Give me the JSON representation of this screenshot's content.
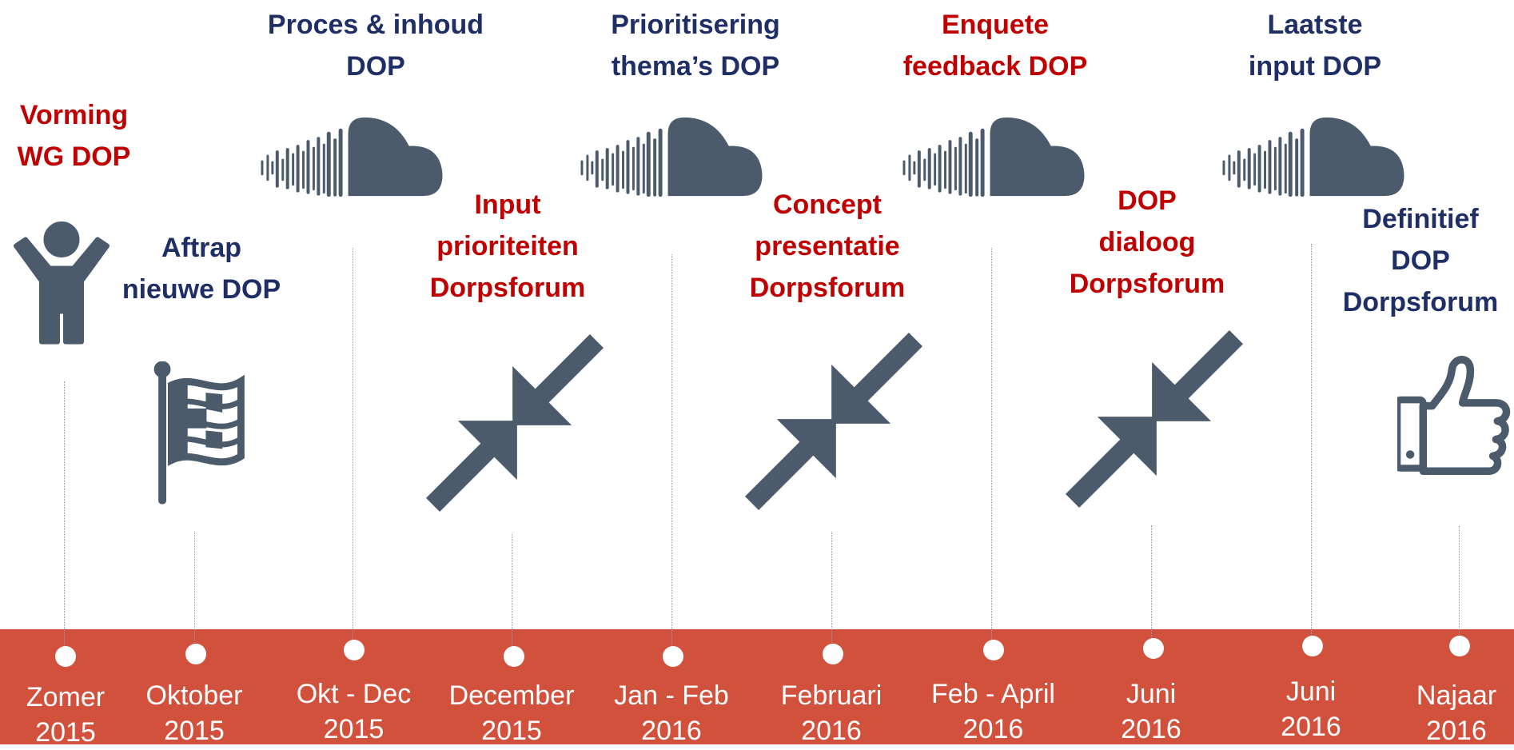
{
  "colors": {
    "icon": "#4b5b6c",
    "band": "#d2513d",
    "red_text": "#c00000",
    "navy_text": "#1f2f66",
    "guide": "#8c9cc0"
  },
  "milestones": [
    {
      "title": "Vorming\nWG DOP",
      "date": "Zomer\n2015",
      "icon": "person-arms-up-icon",
      "title_color": "red"
    },
    {
      "title": "Aftrap\nnieuwe DOP",
      "date": "Oktober\n2015",
      "icon": "checkered-flag-icon",
      "title_color": "navy"
    },
    {
      "title": "Proces & inhoud\nDOP",
      "date": "Okt - Dec\n2015",
      "icon": "cloud-icon",
      "title_color": "navy"
    },
    {
      "title": "Input\nprioriteiten\nDorpsforum",
      "date": "December\n2015",
      "icon": "compress-arrows-icon",
      "title_color": "red"
    },
    {
      "title": "Prioritisering\nthema’s DOP",
      "date": "Jan - Feb\n2016",
      "icon": "cloud-icon",
      "title_color": "navy"
    },
    {
      "title": "Concept\npresentatie\nDorpsforum",
      "date": "Februari\n2016",
      "icon": "compress-arrows-icon",
      "title_color": "red"
    },
    {
      "title": "Enquete\nfeedback DOP",
      "date": "Feb - April\n2016",
      "icon": "cloud-icon",
      "title_color": "red"
    },
    {
      "title": "DOP\ndialoog\nDorpsforum",
      "date": "Juni\n2016",
      "icon": "compress-arrows-icon",
      "title_color": "red"
    },
    {
      "title": "Laatste\ninput DOP",
      "date": "Juni\n2016",
      "icon": "cloud-icon",
      "title_color": "navy"
    },
    {
      "title": "Definitief\nDOP\nDorpsforum",
      "date": "Najaar\n2016",
      "icon": "thumbs-up-icon",
      "title_color": "navy"
    }
  ]
}
